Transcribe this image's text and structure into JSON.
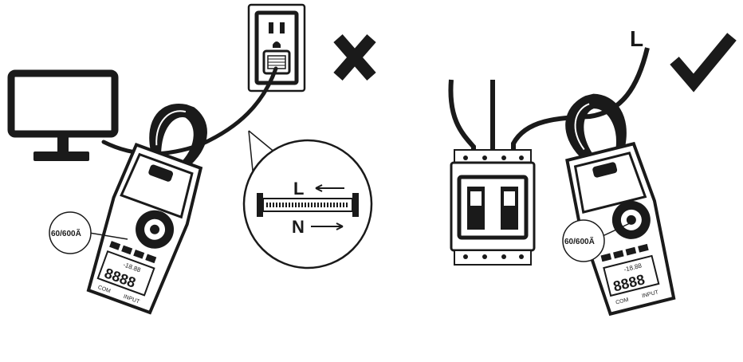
{
  "left_panel": {
    "range_callout": "60/600Ã",
    "wire_label_l": "L",
    "wire_label_n": "N",
    "verdict_icon": "cross-mark-icon",
    "meter_text": {
      "display": "-18.88",
      "digits": "8888",
      "com": "COM",
      "input": "INPUT"
    }
  },
  "right_panel": {
    "range_callout": "60/600Ã",
    "wire_label_l": "L",
    "verdict_icon": "check-mark-icon",
    "meter_text": {
      "display": "-18.88",
      "digits": "8888",
      "com": "COM",
      "input": "INPUT"
    }
  },
  "colors": {
    "ink": "#1a1a1a",
    "background": "#ffffff",
    "meter_body": "#3a3a3a"
  }
}
